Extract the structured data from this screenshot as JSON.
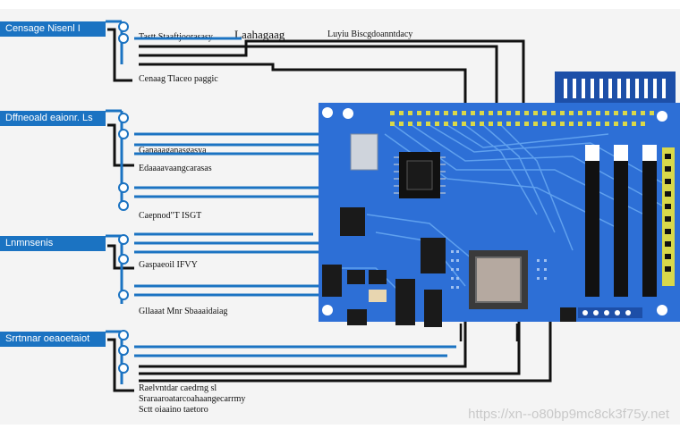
{
  "groups": [
    {
      "label": "Censage Nisenl I",
      "notes": [
        "Tastt Staaftjoorasasy",
        "Laahagaag",
        "Cenaag Tlaceo paggic"
      ]
    },
    {
      "label": "Dffneoald eaionr. Ls",
      "notes": [
        "Ganaaaganasgasya",
        "Edaaaavaangcarasas",
        "Caepnod\"T ISGT"
      ]
    },
    {
      "label": "Lnmnsenis",
      "notes": [
        "Gaspaeoil IFVY",
        "Gllaaat Mnr Sbaaaidaiag"
      ]
    },
    {
      "label": "Srrtnnar oeaoetaiot",
      "notes": [
        "Raelvntdar caedrng sl",
        "Sraraaroatarcoahaangecarrmy",
        "Sctt oiaaino taetoro"
      ]
    }
  ],
  "top_label": "Luyiu Biscgdoanntdacy",
  "watermark": "https://xn--o80bp9mc8ck3f75y.net",
  "colors": {
    "board": "#2d6fd6",
    "board_dark": "#1d4fa8",
    "trace": "#5fa0ee",
    "tag": "#1b73c2",
    "wire": "#111111",
    "pin": "#d8d84a"
  }
}
